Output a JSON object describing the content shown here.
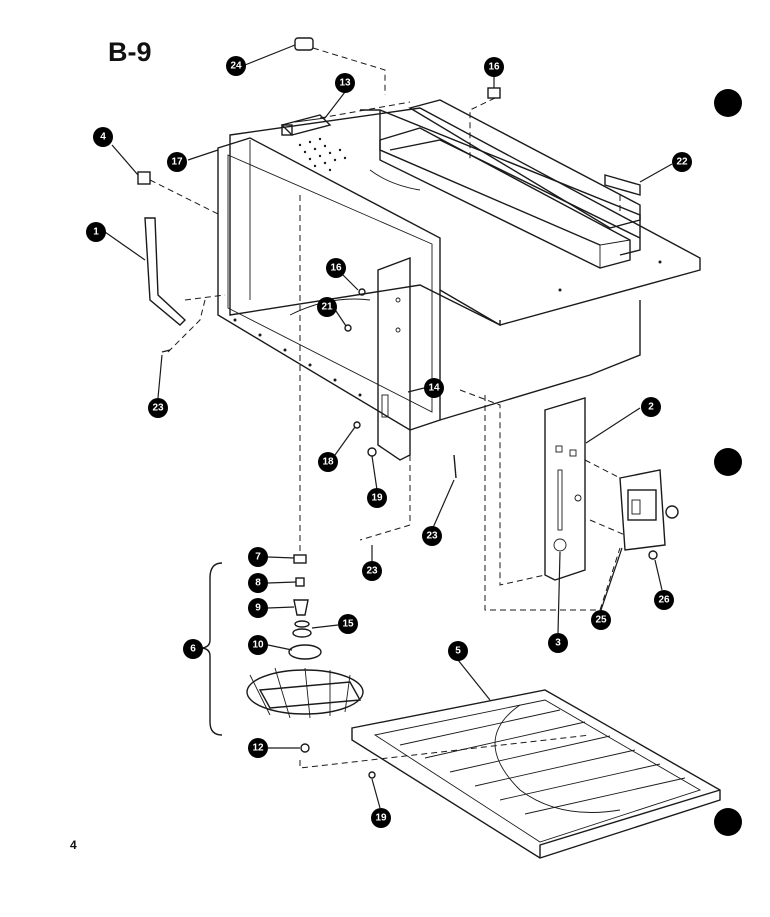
{
  "page_title": "B-9",
  "page_number": "4",
  "colors": {
    "ink": "#1a1a1a",
    "paper": "#ffffff"
  },
  "callouts": [
    {
      "id": "c24",
      "label": "24"
    },
    {
      "id": "c13",
      "label": "13"
    },
    {
      "id": "c16a",
      "label": "16"
    },
    {
      "id": "c22",
      "label": "22"
    },
    {
      "id": "c4",
      "label": "4"
    },
    {
      "id": "c17",
      "label": "17"
    },
    {
      "id": "c1",
      "label": "1"
    },
    {
      "id": "c16b",
      "label": "16"
    },
    {
      "id": "c21",
      "label": "21"
    },
    {
      "id": "c14",
      "label": "14"
    },
    {
      "id": "c23a",
      "label": "23"
    },
    {
      "id": "c18",
      "label": "18"
    },
    {
      "id": "c19a",
      "label": "19"
    },
    {
      "id": "c2",
      "label": "2"
    },
    {
      "id": "c23b",
      "label": "23"
    },
    {
      "id": "c23c",
      "label": "23"
    },
    {
      "id": "c7",
      "label": "7"
    },
    {
      "id": "c8",
      "label": "8"
    },
    {
      "id": "c9",
      "label": "9"
    },
    {
      "id": "c15",
      "label": "15"
    },
    {
      "id": "c10",
      "label": "10"
    },
    {
      "id": "c6",
      "label": "6"
    },
    {
      "id": "c5",
      "label": "5"
    },
    {
      "id": "c3",
      "label": "3"
    },
    {
      "id": "c25",
      "label": "25"
    },
    {
      "id": "c26",
      "label": "26"
    },
    {
      "id": "c12",
      "label": "12"
    },
    {
      "id": "c19b",
      "label": "19"
    }
  ]
}
